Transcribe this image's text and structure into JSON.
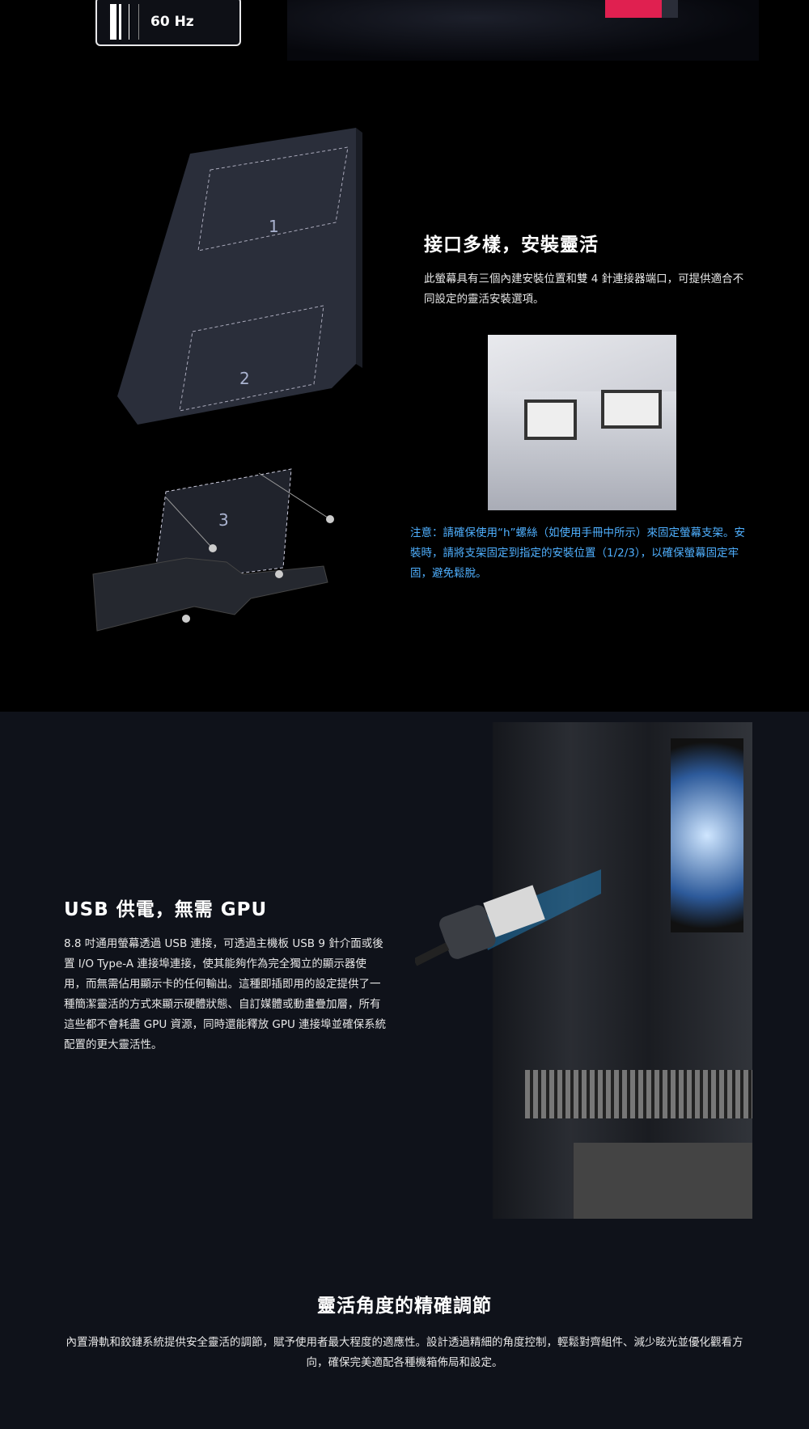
{
  "refresh_badge": {
    "label": "60 Hz"
  },
  "mounting": {
    "title": "接口多樣，安裝靈活",
    "body": "此螢幕具有三個內建安裝位置和雙 4 針連接器端口，可提供適合不同設定的靈活安裝選項。",
    "positions": [
      "1",
      "2",
      "3"
    ],
    "note": "注意：請確保使用“h”螺絲（如使用手冊中所示）來固定螢幕支架。安裝時，請將支架固定到指定的安裝位置（1/2/3），以確保螢幕固定牢固，避免鬆脫。"
  },
  "usb": {
    "title": "USB 供電，無需 GPU",
    "body": "8.8 吋通用螢幕透過 USB 連接，可透過主機板 USB 9 針介面或後置 I/O Type-A 連接埠連接，使其能夠作為完全獨立的顯示器使用，而無需佔用顯示卡的任何輸出。這種即插即用的設定提供了一種簡潔靈活的方式來顯示硬體狀態、自訂媒體或動畫疊加層，所有這些都不會耗盡 GPU 資源，同時還能釋放 GPU 連接埠並確保系統配置的更大靈活性。"
  },
  "angle": {
    "title": "靈活角度的精確調節",
    "body": "內置滑軌和鉸鏈系統提供安全靈活的調節，賦予使用者最大程度的適應性。設計透過精細的角度控制，輕鬆對齊組件、減少眩光並優化觀看方向，確保完美適配各種機箱佈局和設定。"
  },
  "colors": {
    "note": "#4fb0ff",
    "section2_bg": "#0f121a"
  }
}
